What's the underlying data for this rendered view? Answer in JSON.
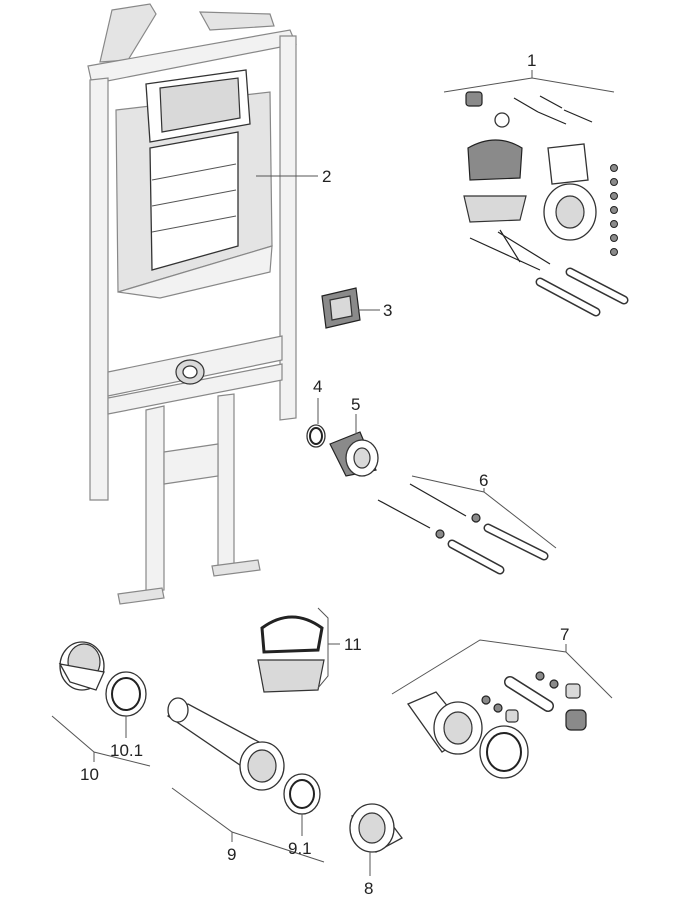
{
  "callouts": {
    "c1": "1",
    "c2": "2",
    "c3": "3",
    "c4": "4",
    "c5": "5",
    "c6": "6",
    "c7": "7",
    "c8": "8",
    "c9": "9",
    "c9_1": "9.1",
    "c10": "10",
    "c10_1": "10.1",
    "c11": "11"
  }
}
